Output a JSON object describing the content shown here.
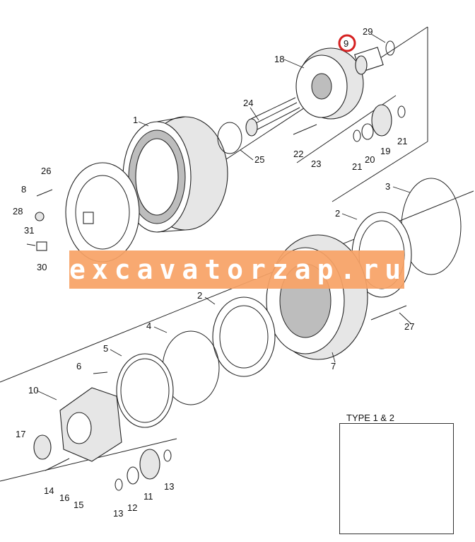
{
  "banner": {
    "text": "excavatorzap.ru",
    "color": "#f7a366"
  },
  "highlight_color": "#d62020",
  "type_panel": {
    "label": "TYPE 1 & 2"
  },
  "callouts": [
    "1",
    "2",
    "2",
    "3",
    "4",
    "5",
    "6",
    "7",
    "8",
    "9",
    "10",
    "11",
    "12",
    "13",
    "13",
    "14",
    "15",
    "16",
    "17",
    "18",
    "19",
    "20",
    "21",
    "21",
    "22",
    "23",
    "24",
    "25",
    "26",
    "27",
    "28",
    "29",
    "30",
    "31"
  ]
}
